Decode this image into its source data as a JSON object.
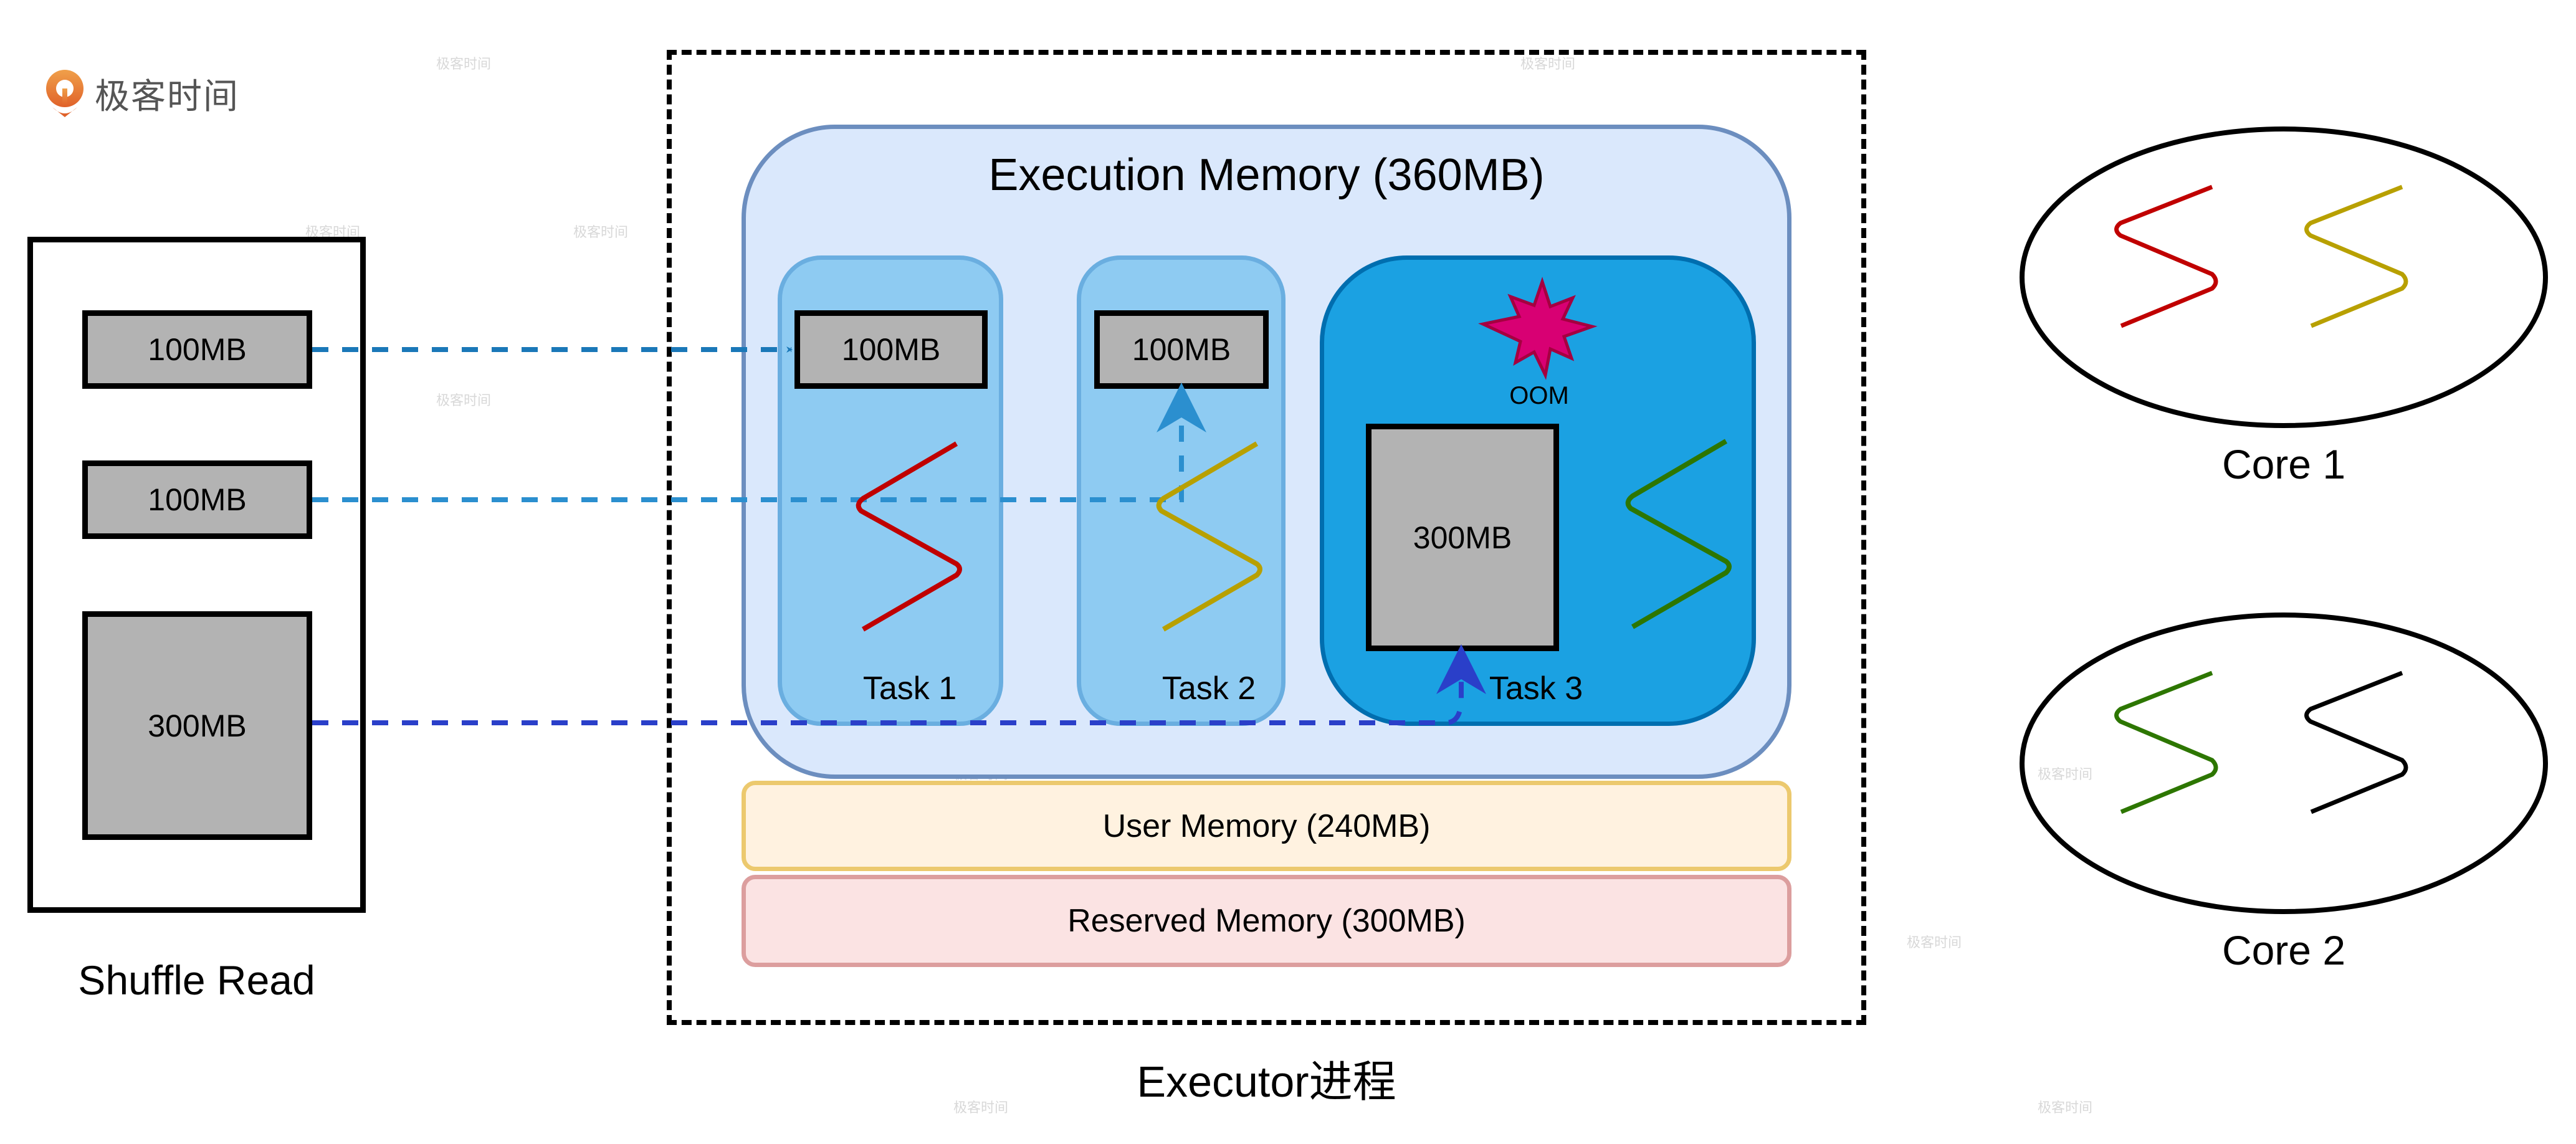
{
  "logo": {
    "text": "极客时间",
    "accent": "#e8742d"
  },
  "watermark": "极客时间",
  "shuffle_read": {
    "label": "Shuffle Read",
    "blocks": [
      {
        "label": "100MB"
      },
      {
        "label": "100MB"
      },
      {
        "label": "300MB"
      }
    ]
  },
  "executor": {
    "label": "Executor进程",
    "execution_memory": {
      "title": "Execution Memory (360MB)",
      "tasks": [
        {
          "label": "Task 1",
          "block": "100MB",
          "thread_color": "#c00000"
        },
        {
          "label": "Task 2",
          "block": "100MB",
          "thread_color": "#b8a000"
        },
        {
          "label": "Task 3",
          "block": "300MB",
          "thread_color": "#2d7600",
          "status": "OOM",
          "status_color": "#d80073"
        }
      ]
    },
    "user_memory": {
      "label": "User Memory (240MB)",
      "fill": "#fff2e0",
      "stroke": "#ecc96e"
    },
    "reserved_memory": {
      "label": "Reserved Memory (300MB)",
      "fill": "#fbe3e3",
      "stroke": "#dc9e9e"
    }
  },
  "cores": [
    {
      "label": "Core 1",
      "threads": [
        "#c00000",
        "#b8a000"
      ]
    },
    {
      "label": "Core 2",
      "threads": [
        "#2d7600",
        "#000000"
      ]
    }
  ],
  "arrows": [
    {
      "from": "shuffle-block-1",
      "to": "task-1-block",
      "color": "#1a78b8"
    },
    {
      "from": "shuffle-block-2",
      "to": "task-2-block",
      "color": "#2b8fcf"
    },
    {
      "from": "shuffle-block-3",
      "to": "task-3-block",
      "color": "#2a3fc9"
    }
  ]
}
